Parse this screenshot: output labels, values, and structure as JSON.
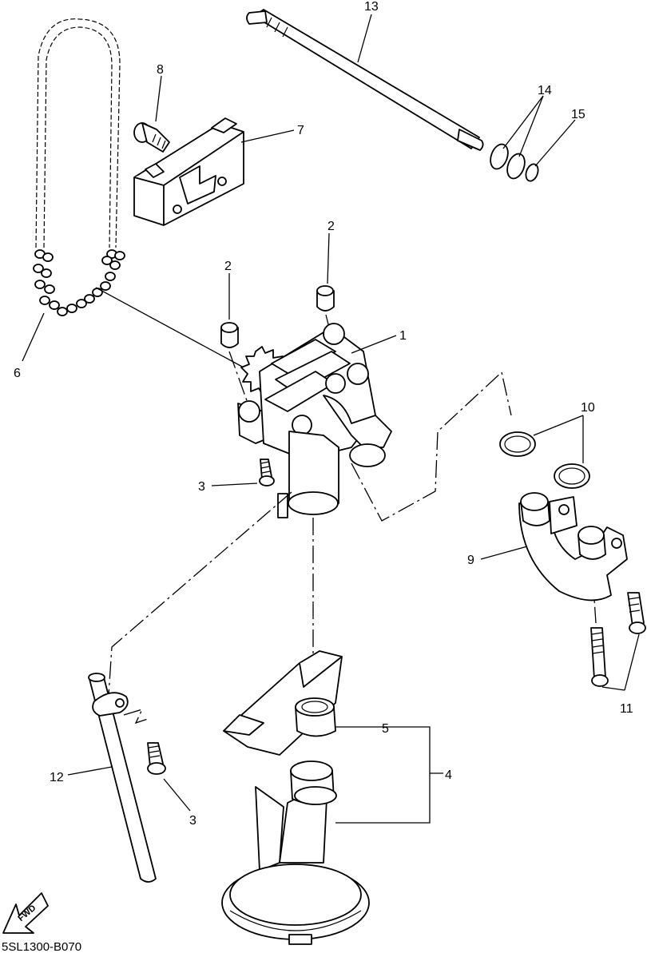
{
  "callouts": {
    "n1": "1",
    "n2a": "2",
    "n2b": "2",
    "n3a": "3",
    "n3b": "3",
    "n4": "4",
    "n5": "5",
    "n6": "6",
    "n7": "7",
    "n8": "8",
    "n9": "9",
    "n10": "10",
    "n11": "11",
    "n12": "12",
    "n13": "13",
    "n14": "14",
    "n15": "15"
  },
  "fwd_label": "FWD",
  "diagram_code": "5SL1300-B070"
}
